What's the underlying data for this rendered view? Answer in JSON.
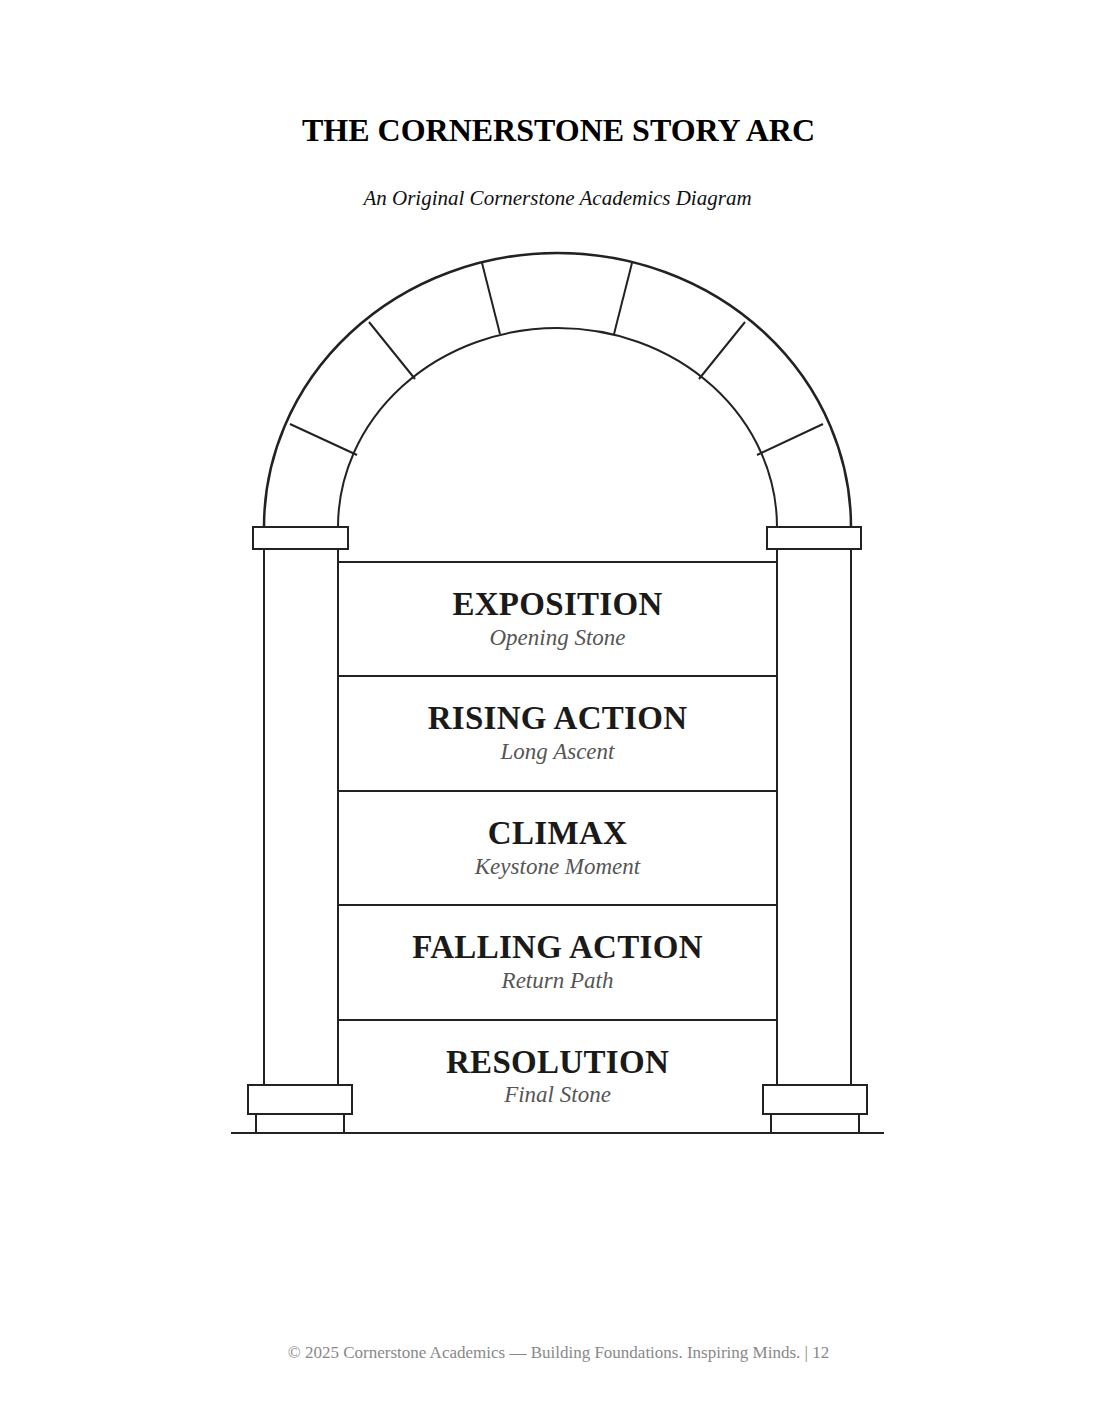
{
  "diagram": {
    "title": "THE CORNERSTONE STORY ARC",
    "caption": "An Original Cornerstone Academics Diagram",
    "nodes": [
      {
        "text": [
          "EXPOSITION",
          "Opening Stone"
        ]
      },
      {
        "text": [
          "RISING ACTION",
          "Long Ascent"
        ]
      },
      {
        "text": [
          "CLIMAX",
          "Keystone Moment"
        ]
      },
      {
        "text": [
          "FALLING ACTION",
          "Return Path"
        ]
      },
      {
        "text": [
          "RESOLUTION",
          "Final Stone"
        ]
      }
    ],
    "labels": [
      "© 2025 Cornerstone Academics — Building Foundations. Inspiring Minds. | 12"
    ]
  }
}
